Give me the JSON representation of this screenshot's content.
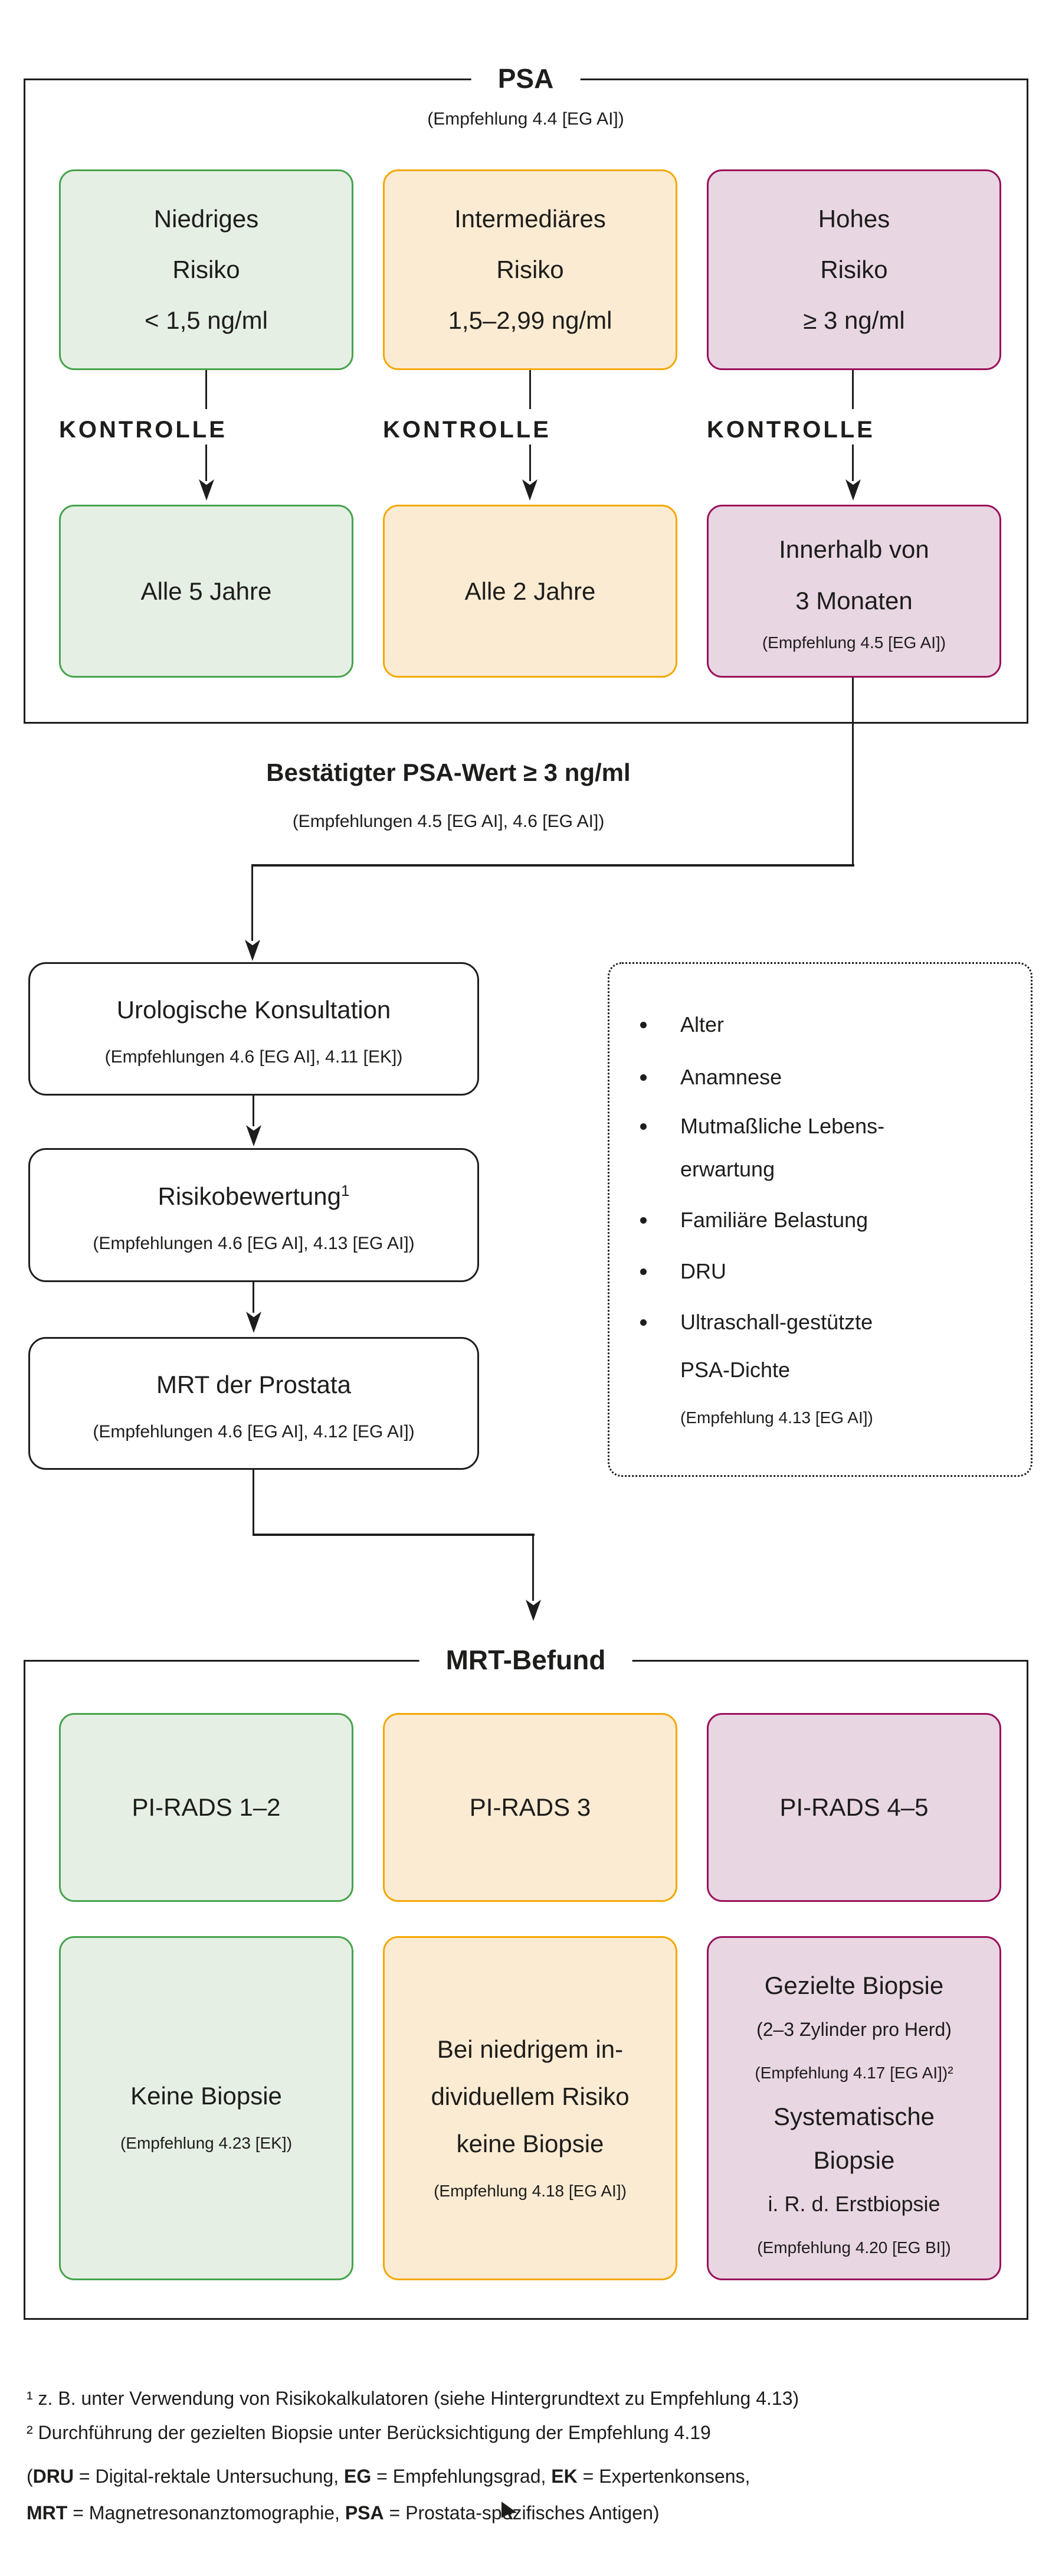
{
  "colors": {
    "ink": "#1d1d1b",
    "green_border": "#46a34c",
    "green_fill": "#e6efe4",
    "orange_border": "#f4a800",
    "orange_fill": "#fcebd3",
    "pink_border": "#99105b",
    "pink_fill": "#e9d6e3"
  },
  "psa_section": {
    "legend": "PSA",
    "note": "(Empfehlung 4.4 [EG AI])",
    "kontrolle": "KONTROLLE",
    "risk_boxes": [
      {
        "line1": "Niedriges",
        "line2": "Risiko",
        "line3": "< 1,5 ng/ml"
      },
      {
        "line1": "Intermediäres",
        "line2": "Risiko",
        "line3": "1,5–2,99 ng/ml"
      },
      {
        "line1": "Hohes",
        "line2": "Risiko",
        "line3": "≥ 3 ng/ml"
      }
    ],
    "interval_boxes": [
      {
        "line1": "Alle 5 Jahre"
      },
      {
        "line1": "Alle 2 Jahre"
      },
      {
        "line1": "Innerhalb von",
        "line2": "3 Monaten",
        "note": "(Empfehlung 4.5 [EG AI])"
      }
    ]
  },
  "confirmed_psa": {
    "title": "Bestätigter PSA-Wert ≥ 3 ng/ml",
    "note": "(Empfehlungen 4.5 [EG AI], 4.6 [EG AI])"
  },
  "steps": [
    {
      "title": "Urologische Konsultation",
      "note": "(Empfehlungen 4.6 [EG AI], 4.11 [EK])"
    },
    {
      "title": "Risikobewertung",
      "sup": "1",
      "note": "(Empfehlungen 4.6 [EG AI], 4.13 [EG AI])"
    },
    {
      "title": "MRT der Prostata",
      "note": "(Empfehlungen 4.6 [EG AI], 4.12 [EG AI])"
    }
  ],
  "factors": {
    "items": [
      {
        "line1": "Alter"
      },
      {
        "line1": "Anamnese"
      },
      {
        "line1": "Mutmaßliche Lebens-",
        "line2": "erwartung"
      },
      {
        "line1": "Familiäre Belastung"
      },
      {
        "line1": "DRU"
      },
      {
        "line1": "Ultraschall-gestützte",
        "line2": "PSA-Dichte"
      }
    ],
    "note": "(Empfehlung 4.13 [EG AI])"
  },
  "mrt_section": {
    "legend": "MRT-Befund",
    "pirads_boxes": [
      {
        "label": "PI-RADS 1–2"
      },
      {
        "label": "PI-RADS 3"
      },
      {
        "label": "PI-RADS 4–5"
      }
    ],
    "result_green": {
      "line1": "Keine Biopsie",
      "note": "(Empfehlung 4.23 [EK])"
    },
    "result_orange": {
      "line1": "Bei niedrigem in-",
      "line2": "dividuellem Risiko",
      "line3": "keine Biopsie",
      "note": "(Empfehlung 4.18 [EG AI])"
    },
    "result_pink": {
      "line1": "Gezielte Biopsie",
      "line2": "(2–3 Zylinder pro Herd)",
      "line3": "(Empfehlung 4.17 [EG AI])²",
      "line4": "Systematische",
      "line5": "Biopsie",
      "line6": "i. R. d. Erstbiopsie",
      "line7": "(Empfehlung 4.20 [EG BI])"
    }
  },
  "footnotes": {
    "fn1": "¹ z. B. unter Verwendung von Risikokalkulatoren (siehe Hintergrundtext zu Empfehlung 4.13)",
    "fn2": "² Durchführung der gezielten Biopsie unter Berücksichtigung der Empfehlung 4.19",
    "abbrev1": {
      "open": "(",
      "dru": "DRU",
      "dru_text": " = Digital-rektale Untersuchung, ",
      "eg": "EG",
      "eg_text": " = Empfehlungsgrad, ",
      "ek": "EK",
      "ek_text": " = Expertenkonsens,"
    },
    "abbrev2": {
      "mrt": "MRT",
      "mrt_text": " = Magnetresonanztomographie, ",
      "psa": "PSA",
      "psa_text": " = Prostata-spezifisches Antigen)"
    }
  }
}
